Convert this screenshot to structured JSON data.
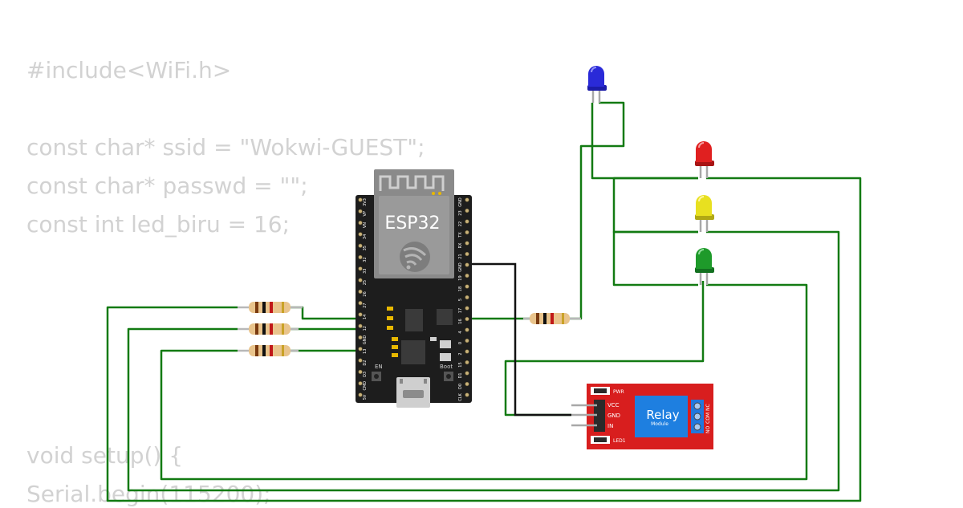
{
  "code_lines": [
    "#include<WiFi.h>",
    "const char* ssid = \"Wokwi-GUEST\";",
    "const char* passwd = \"\";",
    "const int led_biru = 16;",
    "void setup() {",
    "Serial.begin(115200);"
  ],
  "board": {
    "label": "ESP32",
    "en_label": "EN",
    "boot_label": "Boot",
    "left_pins": [
      "3V3",
      "VP",
      "VN",
      "34",
      "35",
      "32",
      "33",
      "25",
      "26",
      "27",
      "14",
      "12",
      "GND",
      "13",
      "D2",
      "D3",
      "CMD",
      "5V"
    ],
    "right_pins": [
      "GND",
      "23",
      "22",
      "TX",
      "RX",
      "21",
      "GND",
      "19",
      "18",
      "5",
      "17",
      "16",
      "4",
      "0",
      "2",
      "15",
      "D1",
      "D0",
      "CLK"
    ]
  },
  "relay": {
    "title": "Relay",
    "subtitle": "Module",
    "pin_labels": [
      "VCC",
      "GND",
      "IN"
    ],
    "pwr_label": "PWR",
    "led_label": "LED1",
    "terminal_labels": [
      "NO",
      "COM",
      "NC"
    ]
  },
  "colors": {
    "wire": "#127a12",
    "wire_black": "#111111",
    "board": "#1d1d1d",
    "relay": "#d81e1e",
    "relay_blue": "#1e7fe0",
    "led_blue": "#2a2ad8",
    "led_red": "#e02020",
    "led_yellow": "#e8e020",
    "led_green": "#1e9a2a",
    "code_text": "#d2d2d2"
  }
}
